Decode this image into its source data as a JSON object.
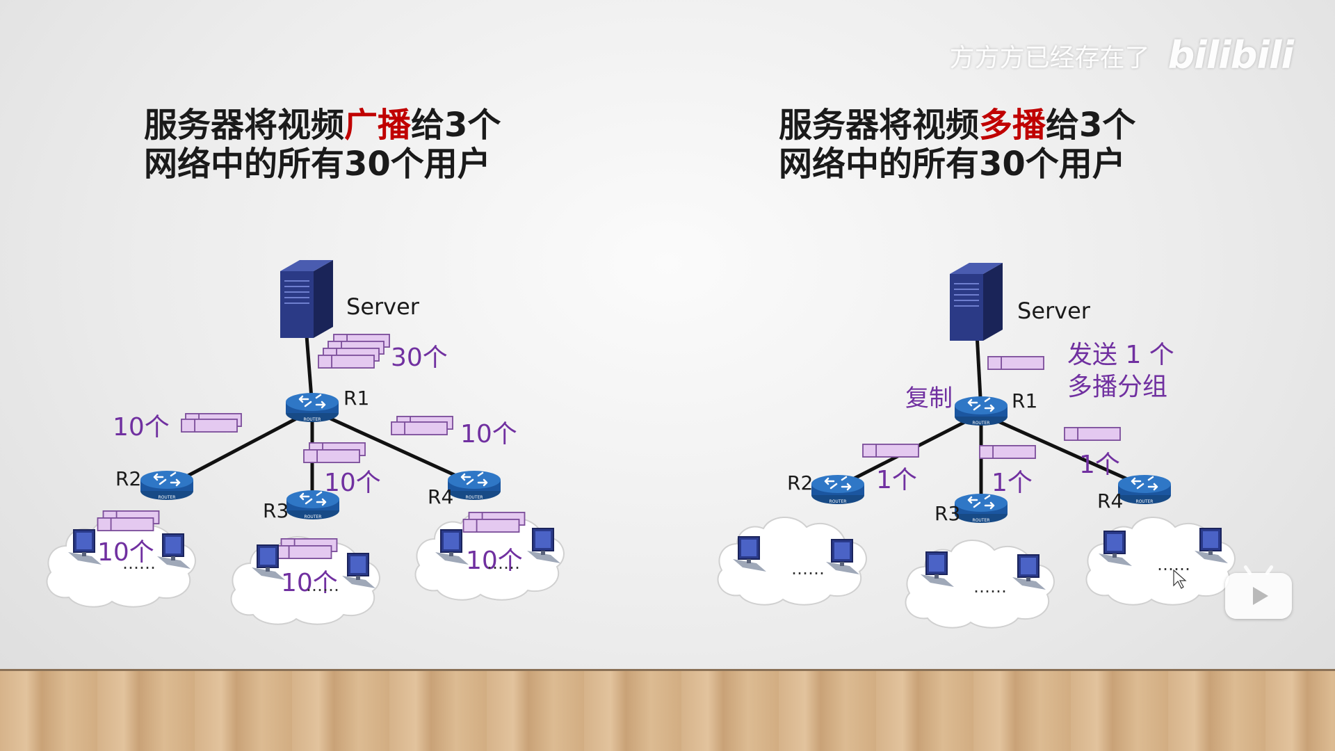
{
  "watermark": {
    "user": "方方方已经存在了",
    "logo": "bilibili"
  },
  "left": {
    "heading": {
      "line1_pre": "服务器将视频",
      "line1_hl": "广播",
      "line1_post": "给3个",
      "line2": "网络中的所有30个用户"
    },
    "server_label": "Server",
    "router_labels": {
      "r1": "R1",
      "r2": "R2",
      "r3": "R3",
      "r4": "R4"
    },
    "count_server": "30个",
    "count_r1_r2": "10个",
    "count_r1_r3": "10个",
    "count_r1_r4": "10个",
    "count_net2": "10个",
    "count_net3": "10个",
    "count_net4": "10个",
    "dots": "……"
  },
  "right": {
    "heading": {
      "line1_pre": "服务器将视频",
      "line1_hl": "多播",
      "line1_post": "给3个",
      "line2": "网络中的所有30个用户"
    },
    "server_label": "Server",
    "router_labels": {
      "r1": "R1",
      "r2": "R2",
      "r3": "R3",
      "r4": "R4"
    },
    "send_note_line1": "发送 1 个",
    "send_note_line2": "多播分组",
    "copy_label": "复制",
    "count_r2": "1个",
    "count_r3": "1个",
    "count_r4": "1个",
    "dots": "……"
  },
  "router_caption": "ROUTER",
  "colors": {
    "highlight": "#c00000",
    "count_text": "#7030a0",
    "packet_fill": "#e4c9f0",
    "packet_stroke": "#7c4e9a",
    "router_blue": "#1f5fa8",
    "server_navy": "#1f2b66"
  },
  "icons": {
    "server": "server-tower-icon",
    "router": "router-icon",
    "pc": "pc-workstation-icon",
    "play": "play-button-icon"
  }
}
